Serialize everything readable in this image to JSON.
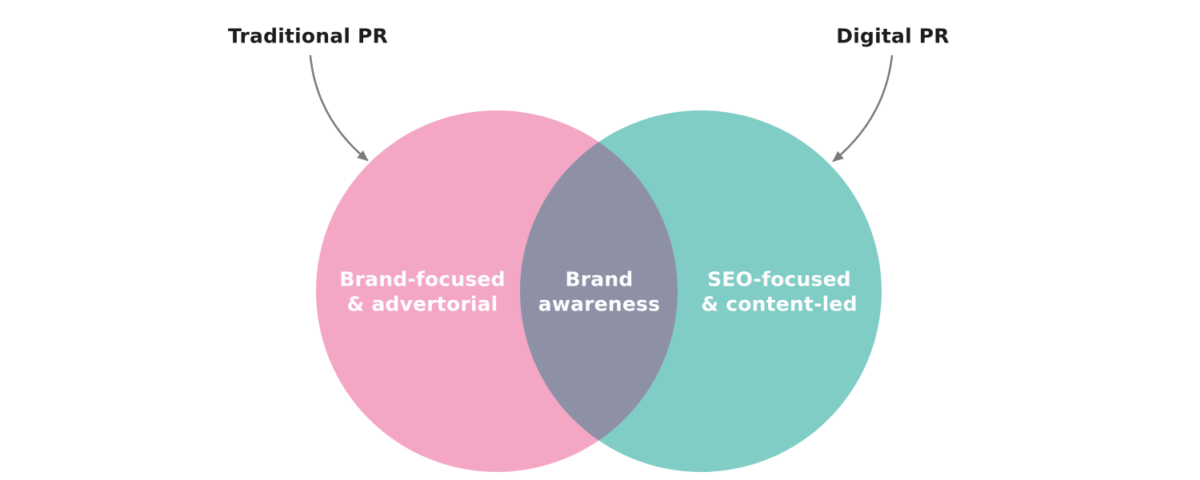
{
  "diagram": {
    "type": "venn",
    "title_left": "Traditional PR",
    "title_right": "Digital PR",
    "left_circle": {
      "owner": "Traditional PR",
      "label_line1": "Brand-focused",
      "label_line2": "& advertorial",
      "color": "#F4A7C5"
    },
    "right_circle": {
      "owner": "Digital PR",
      "label_line1": "SEO-focused",
      "label_line2": "& content-led",
      "color": "#80CDC6"
    },
    "overlap": {
      "label_line1": "Brand",
      "label_line2": "awareness",
      "color": "#8E90A6"
    },
    "colors": {
      "background": "#FFFFFF",
      "arrow": "#7B7B7B",
      "top_label_text": "#1C1C1E",
      "circle_text": "#FDFDFE"
    }
  }
}
